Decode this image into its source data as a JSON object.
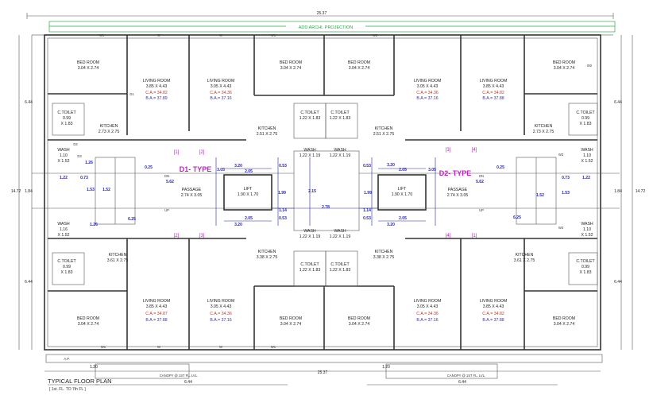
{
  "top_dimension": "25.37",
  "bottom_dimension": "25.37",
  "projection_label": "ADD ARCHI. PROJECTION",
  "left_dims": [
    "6.44",
    "14.72",
    "1.84",
    "6.44"
  ],
  "right_dims": [
    "6.44",
    "14.72",
    "1.84",
    "6.44"
  ],
  "bottom_half_dims": [
    "6.44",
    "6.44"
  ],
  "bottom_small_dims": [
    "1.20",
    "1.20"
  ],
  "canopy": "CANOPY @ 1ST FL. LVL.",
  "plan_title": "TYPICAL FLOOR PLAN",
  "plan_subtitle": "[ 1st. FL. TO 7th FL ]",
  "type_labels": [
    "D1- TYPE",
    "D2- TYPE"
  ],
  "tags": [
    "[1]",
    "[2]",
    "[3]",
    "[4]",
    "[2]",
    "[3]",
    "[4]",
    "[1]"
  ],
  "top_rooms": [
    {
      "name": "BED ROOM",
      "size": "3.04 X 2.74"
    },
    {
      "name": "LIVING ROOM",
      "size": "3.85 X 4.43",
      "ca": "C.A.= 34.82",
      "ba": "B.A.= 37.89"
    },
    {
      "name": "LIVING ROOM",
      "size": "3.05 X 4.43",
      "ca": "C.A.= 34.36",
      "ba": "B.A.= 37.16"
    },
    {
      "name": "BED ROOM",
      "size": "3.04 X 2.74"
    },
    {
      "name": "BED ROOM",
      "size": "3.04 X 2.74"
    },
    {
      "name": "LIVING ROOM",
      "size": "3.05 X 4.43",
      "ca": "C.A.= 34.36",
      "ba": "B.A.= 37.16"
    },
    {
      "name": "LIVING ROOM",
      "size": "3.85 X 4.43",
      "ca": "C.A.= 34.82",
      "ba": "B.A.= 37.88"
    },
    {
      "name": "BED ROOM",
      "size": "3.04 X 2.74"
    },
    {
      "name": "KITCHEN",
      "size": "2.73 X 2.75"
    },
    {
      "name": "KITCHEN",
      "size": "2.51 X 2.75"
    },
    {
      "name": "KITCHEN",
      "size": "2.51 X 2.75"
    },
    {
      "name": "KITCHEN",
      "size": "2.73 X 2.75"
    }
  ],
  "bottom_rooms": [
    {
      "name": "BED ROOM",
      "size": "3.04 X 2.74"
    },
    {
      "name": "LIVING ROOM",
      "size": "3.85 X 4.43",
      "ca": "C.A.= 34.87",
      "ba": "B.A.= 37.88"
    },
    {
      "name": "LIVING ROOM",
      "size": "3.05 X 4.43",
      "ca": "C.A.= 34.36",
      "ba": "B.A.= 37.16"
    },
    {
      "name": "BED ROOM",
      "size": "3.04 X 2.74"
    },
    {
      "name": "BED ROOM",
      "size": "3.04 X 2.74"
    },
    {
      "name": "LIVING ROOM",
      "size": "3.05 X 4.43",
      "ca": "C.A.= 34.36",
      "ba": "B.A.= 37.16"
    },
    {
      "name": "LIVING ROOM",
      "size": "3.85 X 4.43",
      "ca": "C.A.= 34.82",
      "ba": "B.A.= 37.88"
    },
    {
      "name": "BED ROOM",
      "size": "3.04 X 2.74"
    },
    {
      "name": "KITCHEN",
      "size": "3.61 X 2.75"
    },
    {
      "name": "KITCHEN",
      "size": "3.38 X 2.75"
    },
    {
      "name": "KITCHEN",
      "size": "3.38 X 2.75"
    },
    {
      "name": "KITCHEN",
      "size": "3.61 X 2.75"
    }
  ],
  "toilets": [
    {
      "name": "C.TOILET",
      "l1": "0.99",
      "l2": "X 1.83"
    },
    {
      "name": "C.TOILET",
      "l1": "1.22 X 1.83"
    },
    {
      "name": "C.TOILET",
      "l1": "1.22 X 1.83"
    },
    {
      "name": "C.TOILET",
      "l1": "0.99",
      "l2": "X 1.83"
    },
    {
      "name": "C.TOILET",
      "l1": "0.99",
      "l2": "X 1.83"
    },
    {
      "name": "C.TOILET",
      "l1": "1.22 X 1.83"
    },
    {
      "name": "C.TOILET",
      "l1": "1.22 X 1.83"
    },
    {
      "name": "C.TOILET",
      "l1": "0.99",
      "l2": "X 1.83"
    }
  ],
  "washes": [
    {
      "name": "WASH",
      "l1": "1.10",
      "l2": "X 1.52"
    },
    {
      "name": "WASH",
      "l1": "1.22 X 1.19"
    },
    {
      "name": "WASH",
      "l1": "1.22 X 1.19"
    },
    {
      "name": "WASH",
      "l1": "1.10",
      "l2": "X 1.52"
    },
    {
      "name": "WASH",
      "l1": "1.16",
      "l2": "X 1.52"
    },
    {
      "name": "WASH",
      "l1": "1.22 X 1.19"
    },
    {
      "name": "WASH",
      "l1": "1.22 X 1.19"
    },
    {
      "name": "WASH",
      "l1": "1.10",
      "l2": "X 1.52"
    }
  ],
  "passages": [
    {
      "name": "PASSAGE",
      "size": "2.74 X 3.05"
    },
    {
      "name": "PASSAGE",
      "size": "2.74 X 3.05"
    }
  ],
  "lifts": [
    {
      "name": "LIFT",
      "size": "1.90 X 1.70"
    },
    {
      "name": "LIFT",
      "size": "1.90 X 1.70"
    }
  ],
  "core_dims": [
    "3.20",
    "2.05",
    "2.05",
    "3.20",
    "3.20",
    "2.05",
    "2.05",
    "3.20",
    "2.78",
    "1.14",
    "1.14",
    "3.05",
    "3.05",
    "2.15",
    "1.99",
    "1.99",
    "0.53",
    "0.53",
    "0.53",
    "0.53",
    "5.62",
    "5.62",
    "1.22",
    "1.22",
    "0.73",
    "0.73",
    "1.52",
    "1.52",
    "1.53",
    "1.53",
    "1.26",
    "1.26",
    "0.25",
    "0.25",
    "6.25",
    "6.25"
  ],
  "stair_labels": [
    "DN",
    "UP",
    "DN",
    "UP"
  ],
  "window_codes": [
    "W1",
    "W",
    "W",
    "W1",
    "W1",
    "W",
    "W",
    "W1",
    "W2",
    "W2",
    "W3",
    "W3",
    "D1",
    "D2",
    "D3"
  ],
  "ap_label": "A.P.",
  "colors": {
    "wall": "#333333",
    "dimension": "#2323b8",
    "projection": "#2fa64a",
    "tag": "#c020c0",
    "carpet_area": "#c0392b",
    "built_area": "#3a2fa0"
  }
}
